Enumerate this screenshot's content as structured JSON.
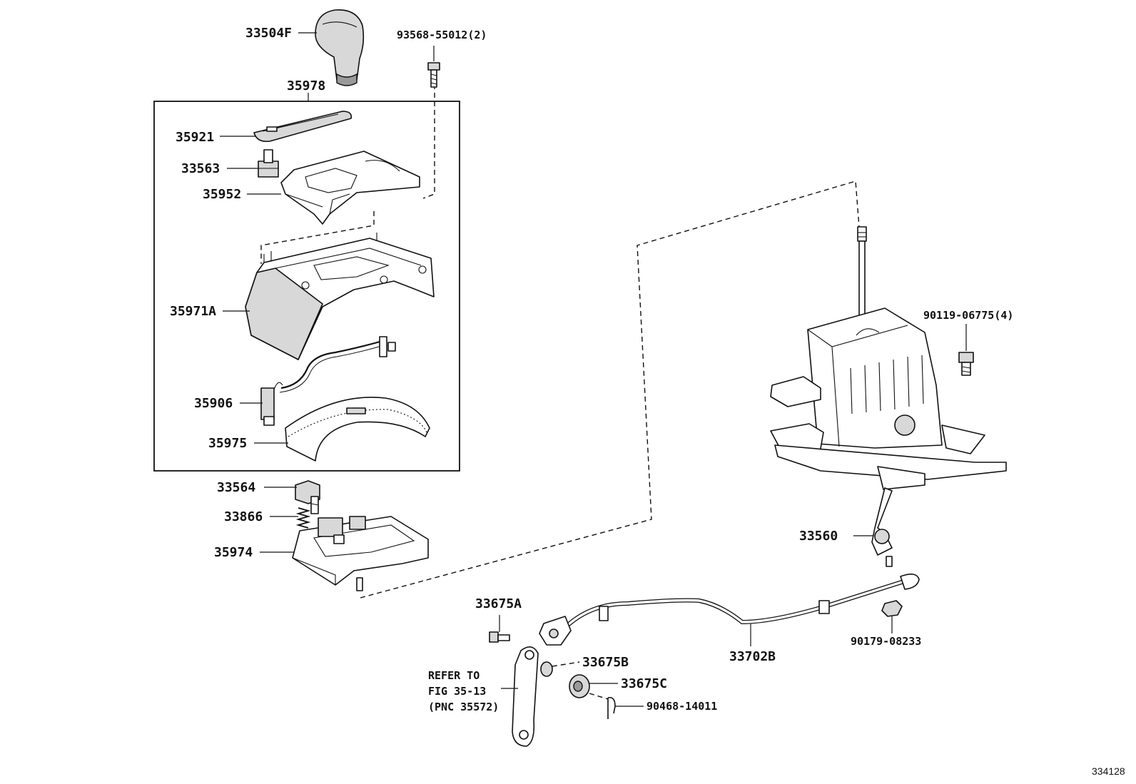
{
  "diagram": {
    "figure_id": "334128",
    "labels": {
      "p33504F": "33504F",
      "p93568": "93568-55012(2)",
      "p35978": "35978",
      "p35921": "35921",
      "p33563": "33563",
      "p35952": "35952",
      "p35971A": "35971A",
      "p35906": "35906",
      "p35975": "35975",
      "p33564": "33564",
      "p33866": "33866",
      "p35974": "35974",
      "p90119": "90119-06775(4)",
      "p33560": "33560",
      "p90179": "90179-08233",
      "p33702B": "33702B",
      "p33675A": "33675A",
      "p33675B": "33675B",
      "p33675C": "33675C",
      "p90468": "90468-14011"
    },
    "reference_note": {
      "line1": "REFER TO",
      "line2": "FIG 35-13",
      "line3": "(PNC 35572)"
    }
  }
}
